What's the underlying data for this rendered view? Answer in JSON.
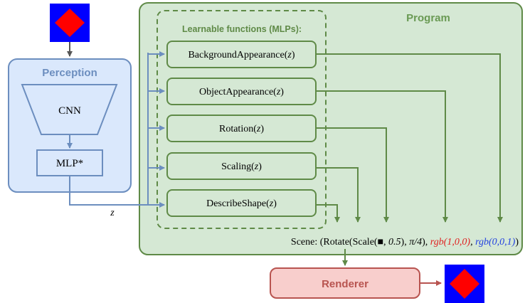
{
  "colors": {
    "program_fill": "#d5e8d4",
    "program_stroke": "#5f8a47",
    "perception_fill": "#dae8fc",
    "perception_stroke": "#6c8ebf",
    "renderer_fill": "#f8cecc",
    "renderer_stroke": "#b85450",
    "input_bg": "#0000ff",
    "input_diamond": "#ff0000",
    "red_text": "#e02020",
    "blue_text": "#1f3fe0"
  },
  "input_image": {
    "icon": "red-diamond-on-blue-icon"
  },
  "output_image": {
    "icon": "red-diamond-on-blue-icon"
  },
  "perception": {
    "title": "Perception",
    "cnn_label": "CNN",
    "mlp_label": "MLP*"
  },
  "program": {
    "title": "Program",
    "learnable_title": "Learnable functions (MLPs):",
    "functions": [
      {
        "name": "BackgroundAppearance(",
        "arg": "z",
        "close": ")"
      },
      {
        "name": "ObjectAppearance(",
        "arg": "z",
        "close": ")"
      },
      {
        "name": "Rotation(",
        "arg": "z",
        "close": ")"
      },
      {
        "name": "Scaling(",
        "arg": "z",
        "close": ")"
      },
      {
        "name": "DescribeShape(",
        "arg": "z",
        "close": ")"
      }
    ],
    "scene": {
      "prefix": "Scene: (Rotate(Scale(",
      "shape_glyph": "■",
      "sep1": ", ",
      "scale_value": "0.5",
      "sep2": "), ",
      "angle_value": "π/4",
      "sep3": "), ",
      "red_color": "rgb(1,0,0)",
      "sep4": ", ",
      "blue_color": "rgb(0,0,1)",
      "suffix": ")"
    }
  },
  "latent_label": "z",
  "renderer": {
    "label": "Renderer"
  }
}
